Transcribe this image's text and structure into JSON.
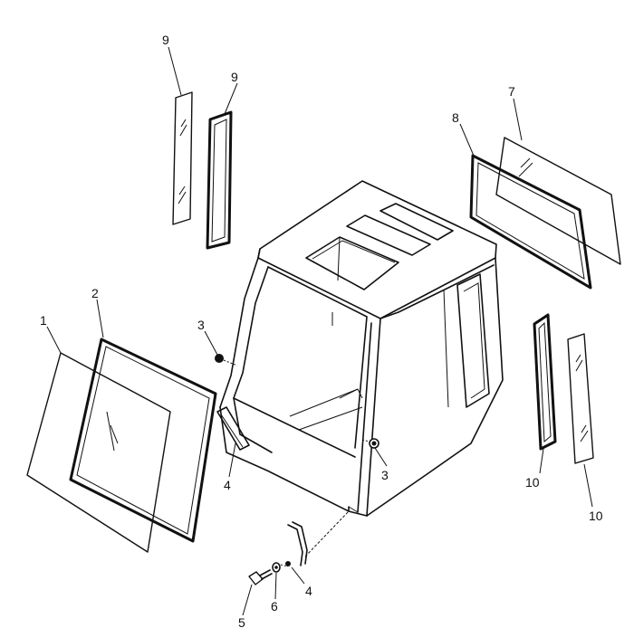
{
  "diagram": {
    "callouts": [
      {
        "id": "c1",
        "text": "1"
      },
      {
        "id": "c2",
        "text": "2"
      },
      {
        "id": "c3a",
        "text": "3"
      },
      {
        "id": "c3b",
        "text": "3"
      },
      {
        "id": "c4a",
        "text": "4"
      },
      {
        "id": "c4b",
        "text": "4"
      },
      {
        "id": "c5",
        "text": "5"
      },
      {
        "id": "c6",
        "text": "6"
      },
      {
        "id": "c7",
        "text": "7"
      },
      {
        "id": "c8",
        "text": "8"
      },
      {
        "id": "c9a",
        "text": "9"
      },
      {
        "id": "c9b",
        "text": "9"
      },
      {
        "id": "c10a",
        "text": "10"
      },
      {
        "id": "c10b",
        "text": "10"
      }
    ]
  }
}
